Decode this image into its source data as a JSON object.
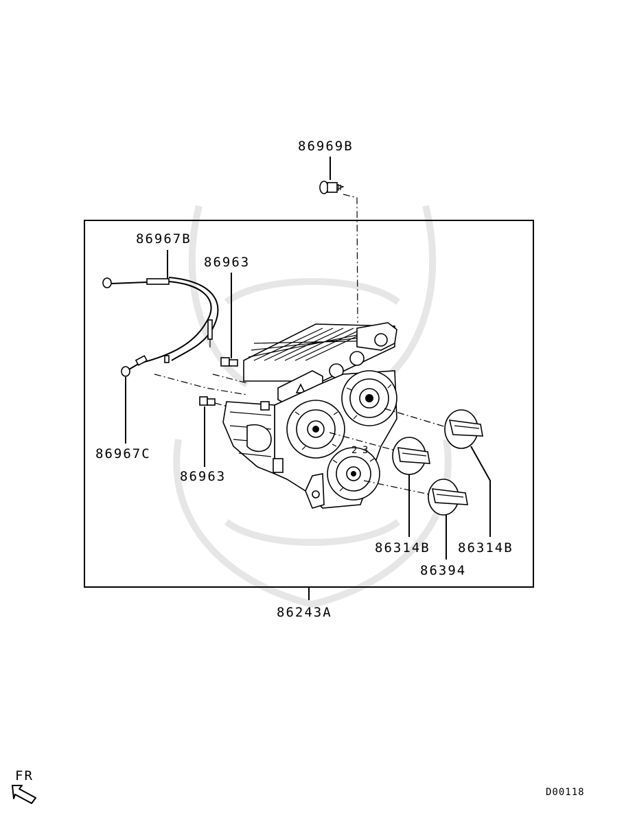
{
  "diagram": {
    "labels": {
      "bolt_top": "86969B",
      "cable": "86967B",
      "bulb_upper": "86963",
      "clip": "86967C",
      "bulb_lower": "86963",
      "knob_center": "86314B",
      "knob_right": "86314B",
      "knob_small": "86394",
      "assembly": "86243A"
    },
    "direction_label": "FR",
    "diagram_code": "D00118",
    "icons": [
      "front-direction-arrow-icon"
    ]
  }
}
